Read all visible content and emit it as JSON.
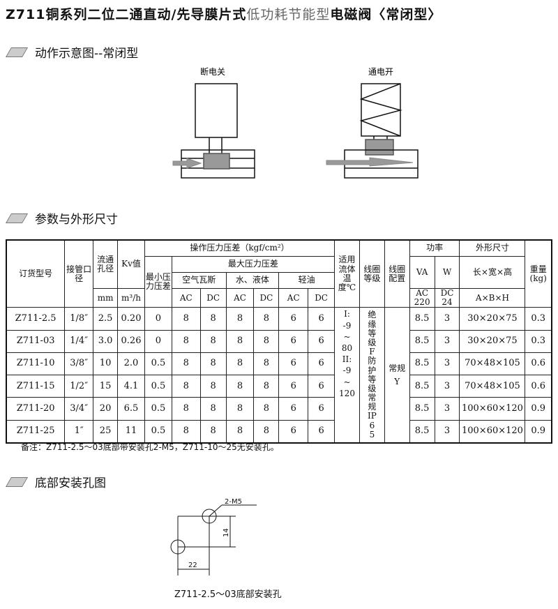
{
  "title": {
    "main": "Z711铜系列二位二通直动/先导膜片式",
    "highlight": "低功耗节能型",
    "tail": "电磁阀〈常闭型〉"
  },
  "sections": {
    "action": "动作示意图--常闭型",
    "params": "参数与外形尺寸",
    "holes": "底部安装孔图"
  },
  "diagram": {
    "off_label": "断电关",
    "on_label": "通电开"
  },
  "table": {
    "h_model": "订货型号",
    "h_port": "接管口径",
    "h_orifice": "流通孔径",
    "h_orifice_unit": "mm",
    "h_kv": "Kv值",
    "h_kv_unit": "m³/h",
    "h_op": "操作压力压差（kgf/cm²）",
    "h_min": "最小压力压差",
    "h_max": "最大压力压差",
    "h_air": "空气瓦斯",
    "h_water": "水、液体",
    "h_oil": "轻油",
    "ac": "AC",
    "dc": "DC",
    "h_temp": "适用流体温度℃",
    "h_coil": "线圈等级",
    "h_config": "线圈配置",
    "h_power": "功率",
    "h_va": "VA",
    "h_w": "W",
    "h_ac220": "AC 220",
    "h_dc24": "DC 24",
    "h_dim": "外形尺寸",
    "h_dim_sub": "长×宽×高",
    "h_dim_abh": "A×B×H",
    "h_weight": "重量(kg)",
    "temp_text": [
      "I:",
      "-9",
      "~",
      "80",
      "II:",
      "-9",
      "~",
      "120"
    ],
    "coil_text": "绝缘等级F 防护等级常规IP65",
    "config_text": [
      "常规",
      "Y"
    ],
    "rows": [
      [
        "Z711-2.5",
        "1/8″",
        "2.5",
        "0.20",
        "0",
        "8",
        "8",
        "8",
        "8",
        "6",
        "6",
        "8.5",
        "3",
        "30×20×75",
        "0.3"
      ],
      [
        "Z711-03",
        "1/4″",
        "3.0",
        "0.26",
        "0",
        "8",
        "8",
        "8",
        "8",
        "6",
        "6",
        "8.5",
        "3",
        "30×20×75",
        "0.3"
      ],
      [
        "Z711-10",
        "3/8″",
        "10",
        "2.0",
        "0.5",
        "8",
        "8",
        "8",
        "8",
        "6",
        "6",
        "8.5",
        "3",
        "70×48×105",
        "0.6"
      ],
      [
        "Z711-15",
        "1/2″",
        "15",
        "4.1",
        "0.5",
        "8",
        "8",
        "8",
        "8",
        "6",
        "6",
        "8.5",
        "3",
        "70×48×105",
        "0.6"
      ],
      [
        "Z711-20",
        "3/4″",
        "20",
        "6.5",
        "0.5",
        "8",
        "8",
        "8",
        "8",
        "6",
        "6",
        "8.5",
        "3",
        "100×60×120",
        "0.9"
      ],
      [
        "Z711-25",
        "1″",
        "25",
        "11",
        "0.5",
        "8",
        "8",
        "8",
        "8",
        "6",
        "6",
        "8.5",
        "3",
        "100×60×120",
        "0.9"
      ]
    ]
  },
  "note": "备注：Z711-2.5～03底部带安装孔2-M5，Z711-10～25无安装孔。",
  "hole": {
    "thread": "2-M5",
    "dim_v": "14",
    "dim_h": "22",
    "caption": "Z711-2.5～03底部安装孔"
  }
}
